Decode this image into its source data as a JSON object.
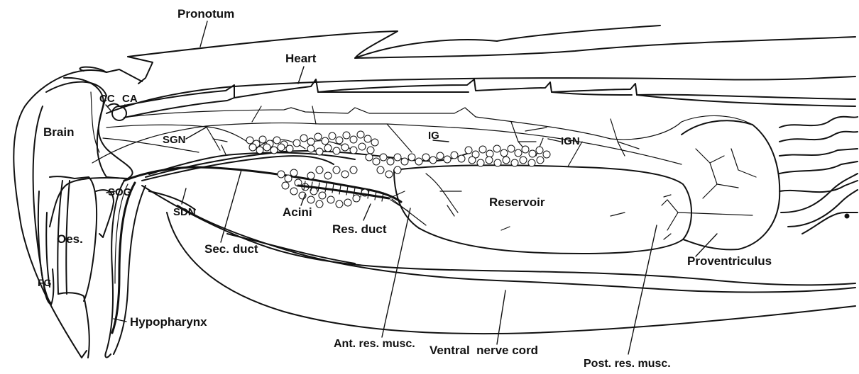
{
  "labels": {
    "pronotum": "Pronotum",
    "heart": "Heart",
    "cc": "CC",
    "ca": "CA",
    "brain": "Brain",
    "sgn": "SGN",
    "ig": "IG",
    "ign": "IGN",
    "sog": "SOG",
    "sdn": "SDN",
    "acini": "Acini",
    "reservoir": "Reservoir",
    "res_duct": "Res. duct",
    "oes": "Oes.",
    "sec_duct": "Sec. duct",
    "proventriculus": "Proventriculus",
    "fg": "FG",
    "hypopharynx": "Hypopharynx",
    "ant_res_musc": "Ant. res. musc.",
    "ventral_nerve_cord": "Ventral  nerve cord",
    "post_res_musc": "Post. res. musc."
  }
}
